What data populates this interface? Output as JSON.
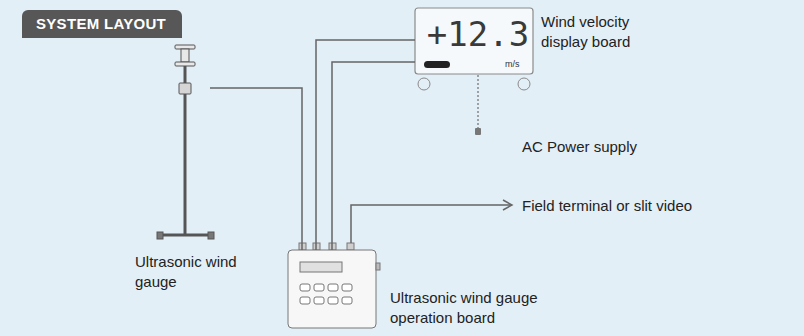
{
  "diagram": {
    "title": "SYSTEM LAYOUT",
    "nodes": [
      {
        "text": [
          "Ultrasonic wind gauge"
        ]
      },
      {
        "text": [
          "+12.3"
        ]
      },
      {
        "text": [
          "Ultrasonic wind gauge operation board"
        ]
      }
    ],
    "edges": [
      {
        "from": 0,
        "to": 2,
        "arrow": "none"
      },
      {
        "from": 1,
        "to": 2,
        "arrow": "none"
      },
      {
        "from": 1,
        "to": 2,
        "arrow": "none"
      }
    ],
    "labels": [
      "Wind velocity display board",
      "m/s",
      "AC Power supply",
      "Field terminal or slit video"
    ]
  }
}
